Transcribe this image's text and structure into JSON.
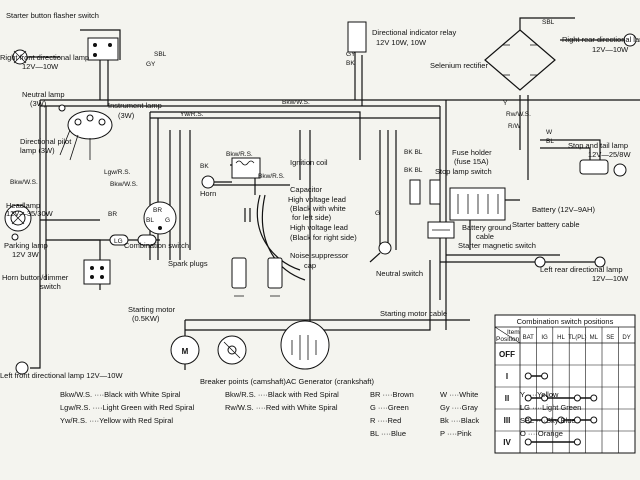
{
  "components": {
    "starter_button_flasher_switch": "Starter button flasher switch",
    "right_front_lamp": "Right front directional lamp",
    "right_front_lamp_spec": "12V—10W",
    "directional_indicator_relay": "Directional indicator relay",
    "relay_spec": "12V 10W, 10W",
    "right_rear_lamp": "Right rear directional lamp",
    "right_rear_lamp_spec": "12V—10W",
    "selenium_rectifier": "Selenium rectifier",
    "neutral_lamp": "Neutral lamp",
    "neutral_lamp_spec": "(3W)",
    "instrument_lamp": "Instrument lamp",
    "instrument_lamp_spec": "(3W)",
    "directional_pilot_lamp": "Directional pilot",
    "directional_pilot_lamp_spec": "lamp (3W)",
    "stop_tail_lamp": "Stop and tail lamp",
    "stop_tail_lamp_spec": "12V—25/8W",
    "ignition_coil": "Ignition coil",
    "fuse_holder": "Fuse holder",
    "fuse_spec": "(fuse 15A)",
    "stop_lamp_switch": "Stop lamp switch",
    "horn": "Horn",
    "capacitor": "Capacitor",
    "hv_lead_left_1": "High voltage lead",
    "hv_lead_left_2": "(Black with white",
    "hv_lead_left_3": "for left side)",
    "hv_lead_right_1": "High voltage lead",
    "hv_lead_right_2": "(Black for right side)",
    "battery": "Battery (12V–9AH)",
    "battery_ground_cable_1": "Battery ground",
    "battery_ground_cable_2": "cable",
    "headlamp": "Headlamp",
    "headlamp_spec": "12V—35/30W",
    "combination_switch": "Combination switch",
    "starter_battery_cable": "Starter battery cable",
    "noise_suppressor_1": "Noise suppressor",
    "noise_suppressor_2": "cap",
    "starter_magnetic_switch": "Starter magnetic switch",
    "parking_lamp": "Parking lamp",
    "parking_lamp_spec": "12V 3W",
    "left_rear_lamp": "Left rear directional lamp",
    "left_rear_lamp_spec": "12V—10W",
    "spark_plugs": "Spark plugs",
    "neutral_switch": "Neutral switch",
    "horn_button_1": "Horn button/dimmer",
    "horn_button_2": "switch",
    "starting_motor": "Starting motor",
    "starting_motor_spec": "(0.5KW)",
    "starting_motor_cable": "Starting motor cable",
    "left_front_lamp": "Left front directional lamp 12V—10W",
    "breaker_points": "Breaker points (camshaft)",
    "ac_generator": "AC Generator (crankshaft)",
    "motor_symbol": "M"
  },
  "wire_labels": {
    "gy": "GY",
    "sbl": "SBL",
    "bk": "BK",
    "gy2": "GY",
    "sbl2": "SBL",
    "bkws_top": "Bkw/W.S.",
    "ywrs": "Yw/R.S.",
    "bkws_left": "Bkw/W.S.",
    "bkws_mid": "Bkw/W.S.",
    "lgwrs": "Lgw/R.S.",
    "bkwrs": "Bkw/R.S.",
    "br": "BR",
    "bk2": "BK",
    "w": "W",
    "bl": "BL",
    "lg": "LG",
    "y": "Y",
    "bkrs": "Bkw/R.S.",
    "rwws": "Rw/W.S.",
    "bk_bl": "BK BL",
    "bk_bl2": "BK BL",
    "g": "G",
    "rw": "R/W"
  },
  "legend": [
    {
      "code": "Bkw/W.S.",
      "desc": "Black with White Spiral"
    },
    {
      "code": "Lgw/R.S.",
      "desc": "Light Green with Red Spiral"
    },
    {
      "code": "Yw/R.S.",
      "desc": "Yellow with Red Spiral"
    },
    {
      "code": "Bkw/R.S.",
      "desc": "Black with Red Spiral"
    },
    {
      "code": "Rw/W.S.",
      "desc": "Red with White Spiral"
    },
    {
      "code": "BR",
      "desc": "Brown"
    },
    {
      "code": "G",
      "desc": "Green"
    },
    {
      "code": "R",
      "desc": "Red"
    },
    {
      "code": "BL",
      "desc": "Blue"
    },
    {
      "code": "W",
      "desc": "White"
    },
    {
      "code": "Gy",
      "desc": "Gray"
    },
    {
      "code": "Bk",
      "desc": "Black"
    },
    {
      "code": "P",
      "desc": "Pink"
    },
    {
      "code": "Y",
      "desc": "Yellow"
    },
    {
      "code": "LG",
      "desc": "Light Green"
    },
    {
      "code": "SBL",
      "desc": "Sky Blue"
    },
    {
      "code": "O",
      "desc": "Orange"
    }
  ],
  "combo_table": {
    "title": "Combination switch positions",
    "item": "Item",
    "position": "Position",
    "columns": [
      "BAT",
      "IG",
      "HL",
      "TL(PL)",
      "ML",
      "SE",
      "DY"
    ],
    "rows": [
      "OFF",
      "I",
      "II",
      "III",
      "IV"
    ],
    "connections": [
      [],
      [
        [
          0,
          1
        ]
      ],
      [
        [
          0,
          1,
          3,
          4
        ]
      ],
      [
        [
          0,
          1,
          2,
          3,
          4
        ]
      ],
      [
        [
          0,
          3
        ]
      ]
    ]
  }
}
